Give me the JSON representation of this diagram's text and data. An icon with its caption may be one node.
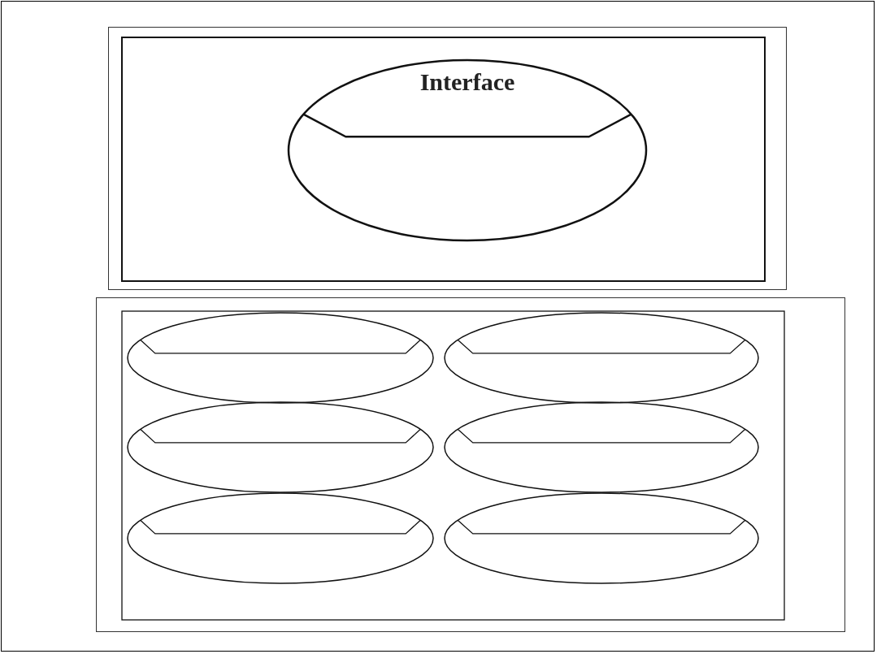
{
  "diagram": {
    "nodes": [
      {
        "text": [],
        "shape": "box"
      },
      {
        "text": [
          "Interface"
        ],
        "in": 0
      },
      {
        "text": [],
        "shape": "box"
      },
      {
        "text": [],
        "shape": "circle",
        "in": 2
      },
      {
        "text": [],
        "shape": "circle",
        "in": 2
      },
      {
        "text": [],
        "shape": "circle",
        "in": 2
      },
      {
        "text": [],
        "shape": "circle",
        "in": 2
      },
      {
        "text": [],
        "shape": "circle",
        "in": 2
      },
      {
        "text": [],
        "shape": "circle",
        "in": 2
      }
    ]
  }
}
